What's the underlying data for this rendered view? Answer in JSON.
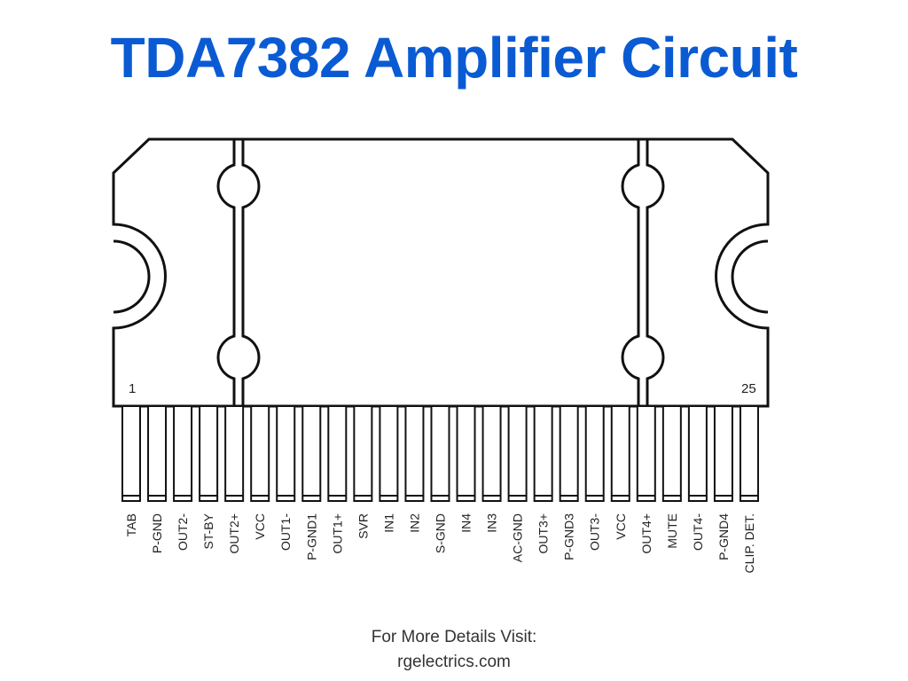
{
  "title": "TDA7382 Amplifier Circuit",
  "accent_color": "#0a5bd3",
  "diagram": {
    "first_pin_number": "1",
    "last_pin_number": "25",
    "pins": [
      "TAB",
      "P-GND",
      "OUT2-",
      "ST-BY",
      "OUT2+",
      "VCC",
      "OUT1-",
      "P-GND1",
      "OUT1+",
      "SVR",
      "IN1",
      "IN2",
      "S-GND",
      "IN4",
      "IN3",
      "AC-GND",
      "OUT3+",
      "P-GND3",
      "OUT3-",
      "VCC",
      "OUT4+",
      "MUTE",
      "OUT4-",
      "P-GND4",
      "CLIP. DET."
    ]
  },
  "footer": {
    "line1": "For More Details Visit:",
    "line2": "rgelectrics.com"
  }
}
